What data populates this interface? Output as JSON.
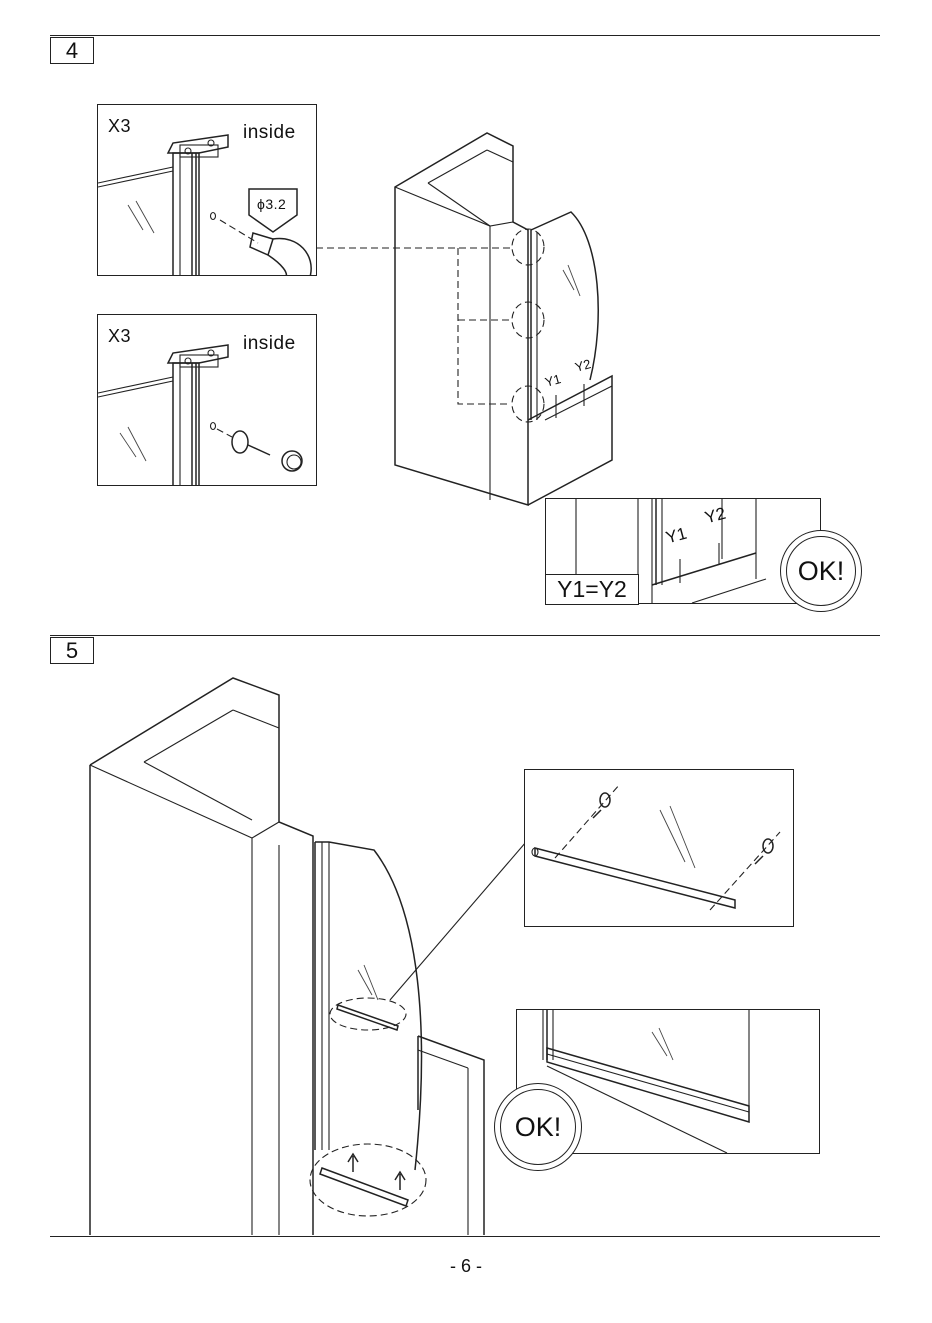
{
  "steps": [
    {
      "number": "4"
    },
    {
      "number": "5"
    }
  ],
  "step4": {
    "detail_a": {
      "count": "X3",
      "side": "inside",
      "drill": "ϕ3.2"
    },
    "detail_b": {
      "count": "X3",
      "side": "inside"
    },
    "labels": {
      "y1": "Y1",
      "y2": "Y2"
    },
    "check": {
      "equation": "Y1=Y2",
      "result": "OK!",
      "y1": "Y1",
      "y2": "Y2"
    }
  },
  "step5": {
    "result": "OK!"
  },
  "footer": {
    "page_number": "- 6 -"
  }
}
